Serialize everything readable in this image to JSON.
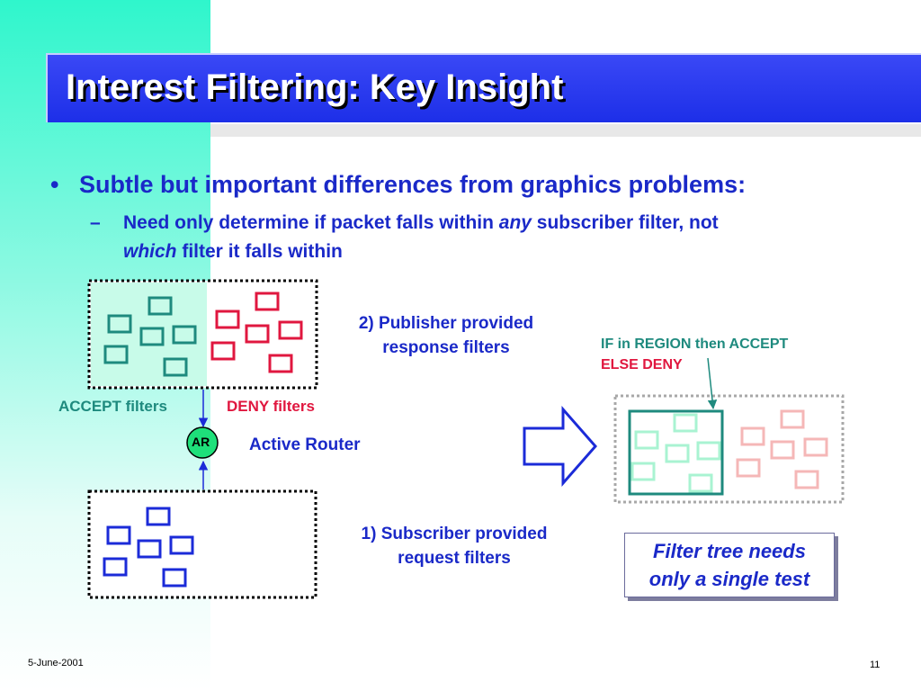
{
  "title": "Interest Filtering: Key Insight",
  "bullet": "Subtle but important differences from graphics problems:",
  "bullet_symbol": "•",
  "sub_dash": "–",
  "sub_bullet": {
    "part1": "Need only determine if packet falls within ",
    "em1": "any",
    "part2": " subscriber filter, not",
    "em2": "which",
    "part3": " filter it falls within"
  },
  "labels": {
    "accept_filters": "ACCEPT filters",
    "deny_filters": "DENY filters",
    "router_badge": "AR",
    "active_router": "Active Router",
    "publisher_line1": "2) Publisher provided",
    "publisher_line2": "response filters",
    "subscriber_line1": "1) Subscriber provided",
    "subscriber_line2": "request filters",
    "if_rule": "IF in REGION then ACCEPT",
    "else_rule": "ELSE DENY"
  },
  "callout": {
    "line1": "Filter tree needs",
    "line2": "only a single test"
  },
  "footer": {
    "date": "5-June-2001",
    "page": "11"
  },
  "colors": {
    "title_bar": "#2234ee",
    "text_blue": "#1a29c8",
    "accept_teal": "#1e8a7e",
    "deny_red": "#e0173f",
    "subscriber_blue": "#1b2bd8",
    "pale_green": "#a9f3d2",
    "pale_red": "#f5b7b7",
    "router_fill": "#1ee07a"
  }
}
